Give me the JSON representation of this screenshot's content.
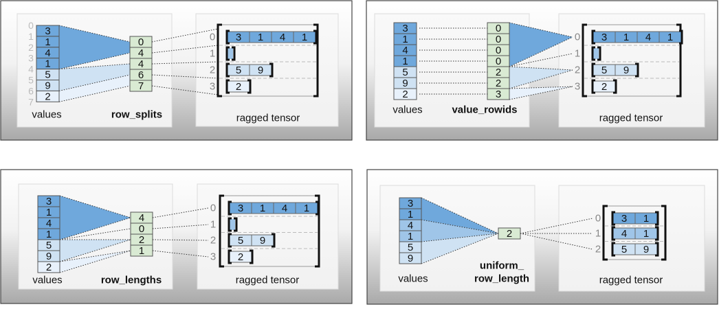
{
  "colors": {
    "row_fills": [
      "#6fa8dc",
      "#9fc5e8",
      "#cfe2f3",
      "#e8f1fb"
    ],
    "index_cell": "#d9ead3",
    "index_label": "#999999",
    "frame": "#444444"
  },
  "panels": [
    {
      "id": "row_splits",
      "values": [
        "3",
        "1",
        "4",
        "1",
        "5",
        "9",
        "2"
      ],
      "value_indices": [
        "0",
        "1",
        "2",
        "3",
        "4",
        "5",
        "6",
        "7"
      ],
      "index_column": [
        "0",
        "4",
        "4",
        "6",
        "7"
      ],
      "values_label": "values",
      "index_label": "row_splits",
      "tensor_label": "ragged tensor",
      "row_labels": [
        "0",
        "1",
        "2",
        "3"
      ],
      "rows": [
        [
          "3",
          "1",
          "4",
          "1"
        ],
        [],
        [
          "5",
          "9"
        ],
        [
          "2"
        ]
      ]
    },
    {
      "id": "value_rowids",
      "values": [
        "3",
        "1",
        "4",
        "1",
        "5",
        "9",
        "2"
      ],
      "index_column": [
        "0",
        "0",
        "0",
        "0",
        "2",
        "2",
        "3"
      ],
      "values_label": "values",
      "index_label": "value_rowids",
      "tensor_label": "ragged tensor",
      "row_labels": [
        "0",
        "1",
        "2",
        "3"
      ],
      "rows": [
        [
          "3",
          "1",
          "4",
          "1"
        ],
        [],
        [
          "5",
          "9"
        ],
        [
          "2"
        ]
      ]
    },
    {
      "id": "row_lengths",
      "values": [
        "3",
        "1",
        "4",
        "1",
        "5",
        "9",
        "2"
      ],
      "index_column": [
        "4",
        "0",
        "2",
        "1"
      ],
      "values_label": "values",
      "index_label": "row_lengths",
      "tensor_label": "ragged tensor",
      "row_labels": [
        "0",
        "1",
        "2",
        "3"
      ],
      "rows": [
        [
          "3",
          "1",
          "4",
          "1"
        ],
        [],
        [
          "5",
          "9"
        ],
        [
          "2"
        ]
      ]
    },
    {
      "id": "uniform_row_length",
      "values": [
        "3",
        "1",
        "4",
        "1",
        "5",
        "9"
      ],
      "index_column": [
        "2"
      ],
      "values_label": "values",
      "index_label_lines": [
        "uniform_",
        "row_length"
      ],
      "tensor_label": "ragged tensor",
      "row_labels": [
        "0",
        "1",
        "2"
      ],
      "rows": [
        [
          "3",
          "1"
        ],
        [
          "4",
          "1"
        ],
        [
          "5",
          "9"
        ]
      ]
    }
  ]
}
